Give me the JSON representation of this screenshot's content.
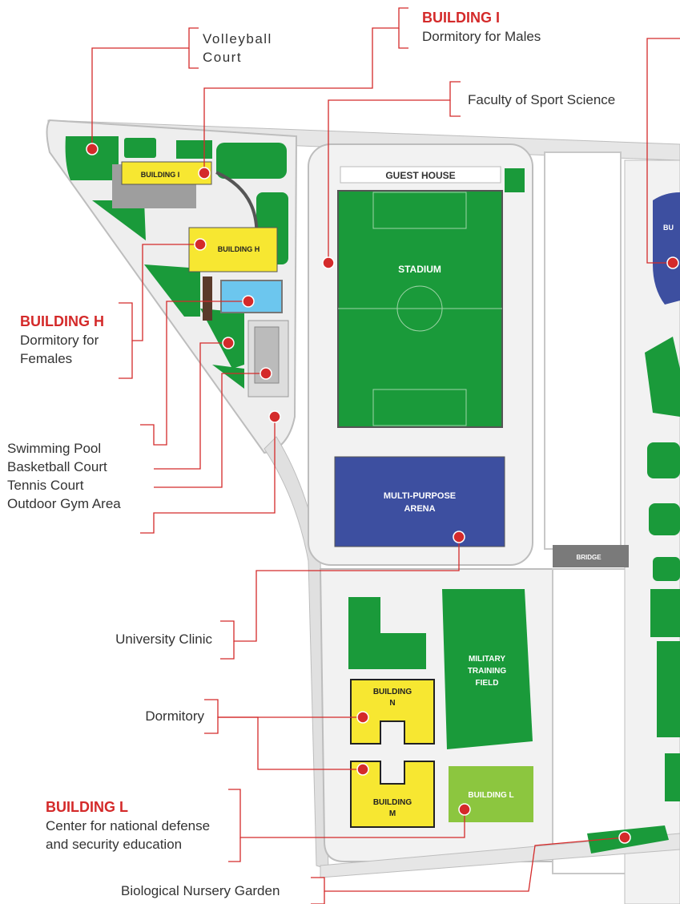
{
  "colors": {
    "accent_red": "#d42a2a",
    "field_green": "#1a9a3a",
    "building_yellow": "#f7e731",
    "arena_blue": "#3d4fa0",
    "pool_blue": "#6cc6ee",
    "light_green": "#8cc63f",
    "road_gray": "#e6e6e6"
  },
  "map_labels": {
    "guest_house": "GUEST HOUSE",
    "stadium": "STADIUM",
    "building_i": "BUILDING I",
    "building_h": "BUILDING H",
    "arena_line1": "MULTI-PURPOSE",
    "arena_line2": "ARENA",
    "bridge": "BRIDGE",
    "military_line1": "MILITARY",
    "military_line2": "TRAINING",
    "military_line3": "FIELD",
    "building_n_line1": "BUILDING",
    "building_n_line2": "N",
    "building_m_line1": "BUILDING",
    "building_m_line2": "M",
    "building_l": "BUILDING L",
    "bu_partial": "BU"
  },
  "callouts": {
    "volleyball_line1": "Volleyball",
    "volleyball_line2": "Court",
    "building_i_title": "BUILDING I",
    "building_i_desc": "Dormitory for Males",
    "faculty": "Faculty of Sport Science",
    "building_h_title": "BUILDING H",
    "building_h_line1": "Dormitory for",
    "building_h_line2": "Females",
    "swimming": "Swimming Pool",
    "basketball": "Basketball Court",
    "tennis": "Tennis Court",
    "outdoor_gym": "Outdoor Gym Area",
    "clinic": "University Clinic",
    "dormitory": "Dormitory",
    "building_l_title": "BUILDING L",
    "building_l_line1": "Center for national defense",
    "building_l_line2": "and security education",
    "nursery": "Biological Nursery Garden"
  }
}
